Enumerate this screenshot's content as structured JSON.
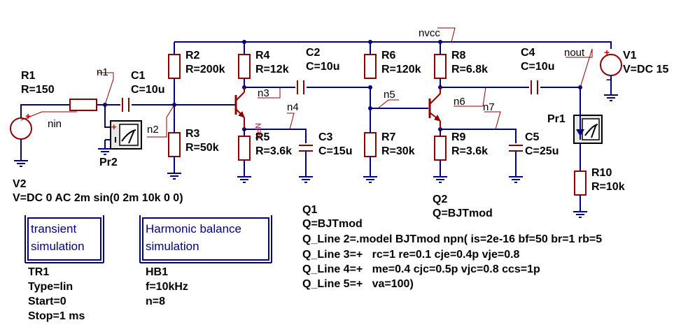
{
  "components": {
    "R1": {
      "name": "R1",
      "value": "R=150"
    },
    "R2": {
      "name": "R2",
      "value": "R=200k"
    },
    "R3": {
      "name": "R3",
      "value": "R=50k"
    },
    "R4": {
      "name": "R4",
      "value": "R=12k"
    },
    "R5": {
      "name": "R5",
      "value": "R=3.6k"
    },
    "R6": {
      "name": "R6",
      "value": "R=120k"
    },
    "R7": {
      "name": "R7",
      "value": "R=30k"
    },
    "R8": {
      "name": "R8",
      "value": "R=6.8k"
    },
    "R9": {
      "name": "R9",
      "value": "R=3.6k"
    },
    "R10": {
      "name": "R10",
      "value": "R=10k"
    },
    "C1": {
      "name": "C1",
      "value": "C=10u"
    },
    "C2": {
      "name": "C2",
      "value": "C=10u"
    },
    "C3": {
      "name": "C3",
      "value": "C=15u"
    },
    "C4": {
      "name": "C4",
      "value": "C=10u"
    },
    "C5": {
      "name": "C5",
      "value": "C=25u"
    },
    "V1": {
      "name": "V1",
      "value": "V=DC 15"
    },
    "V2": {
      "name": "V2",
      "value": "V=DC 0 AC 2m sin(0 2m 10k 0 0)"
    },
    "Pr1": {
      "name": "Pr1"
    },
    "Pr2": {
      "name": "Pr2"
    },
    "Q1": {
      "name": "Q1",
      "lines": [
        "Q=BJTmod",
        "Q_Line 2=.model BJTmod npn( is=2e-16 bf=50 br=1 rb=5",
        "Q_Line 3=+   rc=1 re=0.1 cje=0.4p vje=0.8",
        "Q_Line 4=+   me=0.4 cjc=0.5p vjc=0.8 ccs=1p",
        "Q_Line 5=+   va=100)"
      ]
    },
    "Q2": {
      "name": "Q2",
      "value": "Q=BJTmod"
    }
  },
  "nodes": {
    "nin": "nin",
    "n1": "n1",
    "n2": "n2",
    "n3": "n3",
    "n4": "n4",
    "n5": "n5",
    "n6": "n6",
    "n7": "n7",
    "nvcc": "nvcc",
    "nout": "nout"
  },
  "transistor_tag": "NPN",
  "simulations": {
    "transient": {
      "box_line1": "transient",
      "box_line2": "simulation",
      "name": "TR1",
      "type": "Type=lin",
      "start": "Start=0",
      "stop": "Stop=1 ms"
    },
    "hb": {
      "box_line1": "Harmonic balance",
      "box_line2": "simulation",
      "name": "HB1",
      "f": "f=10kHz",
      "n": "n=8"
    }
  },
  "colors": {
    "wire": "#00007f",
    "component": "#8b0000",
    "text": "#000000"
  }
}
